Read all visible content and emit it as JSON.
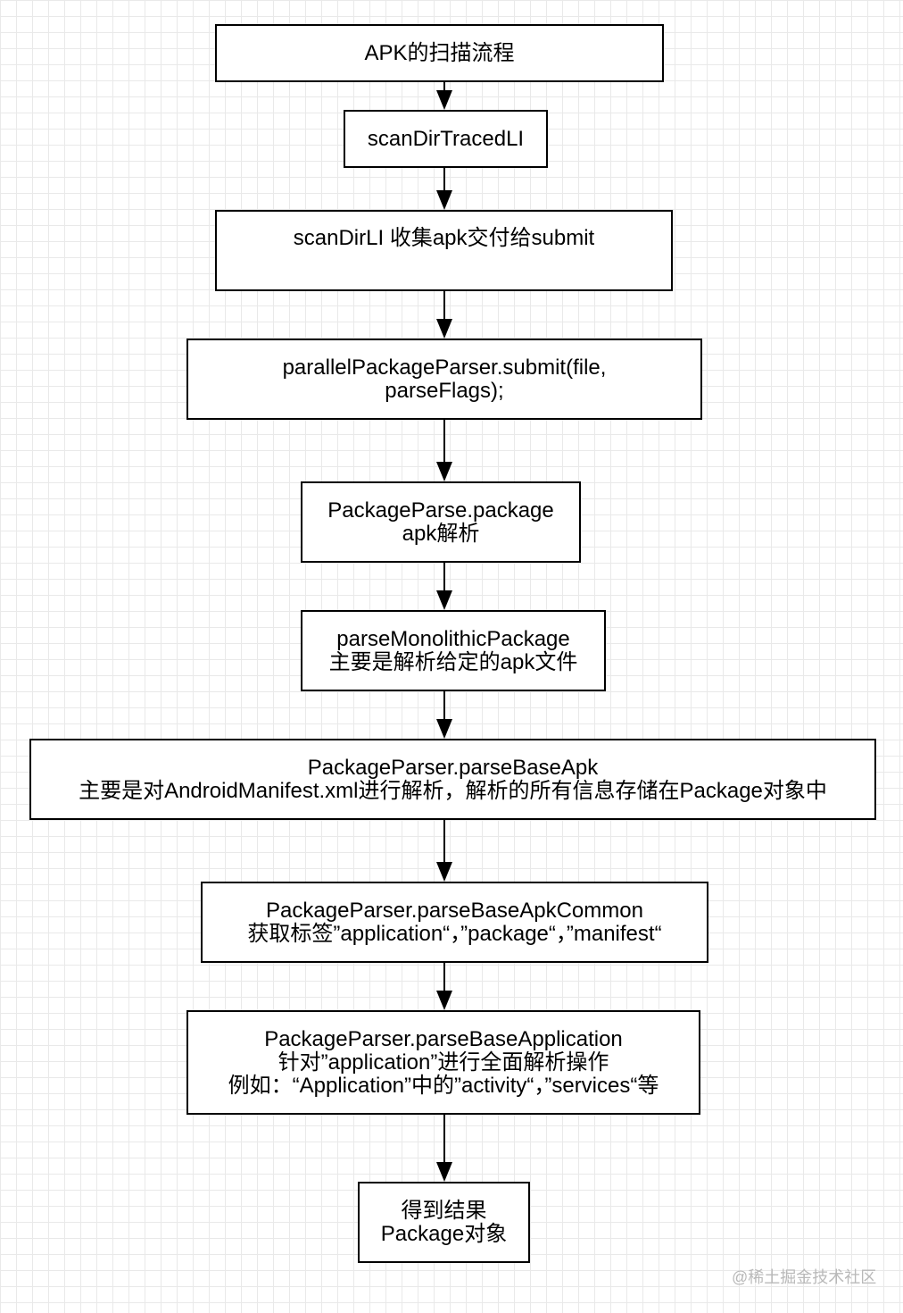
{
  "nodes": [
    {
      "id": "apk-scan-process",
      "lines": [
        "APK的扫描流程"
      ]
    },
    {
      "id": "scan-dir-traced-li",
      "lines": [
        "scanDirTracedLI"
      ]
    },
    {
      "id": "scan-dir-li",
      "lines": [
        "scanDirLI 收集apk交付给submit"
      ]
    },
    {
      "id": "parallel-package-parser-submit",
      "lines": [
        "parallelPackageParser.submit(file,",
        "parseFlags);"
      ]
    },
    {
      "id": "package-parse-package",
      "lines": [
        "PackageParse.package",
        "apk解析"
      ]
    },
    {
      "id": "parse-monolithic-package",
      "lines": [
        "parseMonolithicPackage",
        "主要是解析给定的apk文件"
      ]
    },
    {
      "id": "parse-base-apk",
      "lines": [
        "PackageParser.parseBaseApk",
        "主要是对AndroidManifest.xml进行解析，解析的所有信息存储在Package对象中"
      ]
    },
    {
      "id": "parse-base-apk-common",
      "lines": [
        "PackageParser.parseBaseApkCommon",
        "获取标签”application“，”package“，”manifest“"
      ]
    },
    {
      "id": "parse-base-application",
      "lines": [
        "PackageParser.parseBaseApplication",
        "针对”application”进行全面解析操作",
        "例如：“Application”中的”activity“，”services“等"
      ]
    },
    {
      "id": "result-package-object",
      "lines": [
        "得到结果",
        "Package对象"
      ]
    }
  ],
  "edges": [
    {
      "from": "apk-scan-process",
      "to": "scan-dir-traced-li"
    },
    {
      "from": "scan-dir-traced-li",
      "to": "scan-dir-li"
    },
    {
      "from": "scan-dir-li",
      "to": "parallel-package-parser-submit"
    },
    {
      "from": "parallel-package-parser-submit",
      "to": "package-parse-package"
    },
    {
      "from": "package-parse-package",
      "to": "parse-monolithic-package"
    },
    {
      "from": "parse-monolithic-package",
      "to": "parse-base-apk"
    },
    {
      "from": "parse-base-apk",
      "to": "parse-base-apk-common"
    },
    {
      "from": "parse-base-apk-common",
      "to": "parse-base-application"
    },
    {
      "from": "parse-base-application",
      "to": "result-package-object"
    }
  ],
  "watermark": "@稀土掘金技术社区",
  "colors": {
    "stroke": "#000000",
    "node_fill": "#ffffff",
    "grid": "#e9e9e9",
    "watermark": "#b9b9b9"
  }
}
